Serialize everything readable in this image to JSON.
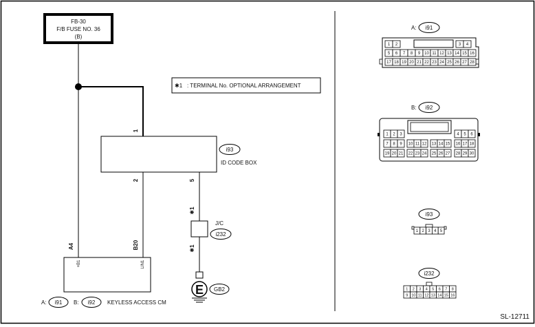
{
  "fuse": {
    "line1": "FB-30",
    "line2": "F/B FUSE NO. 36",
    "line3": "(B)"
  },
  "note": {
    "star": "✱1",
    "text": ": TERMINAL No. OPTIONAL ARRANGEMENT"
  },
  "id_code_box": {
    "connector": "i93",
    "label": "ID CODE BOX",
    "pin_top": "1",
    "pin_bottom_left": "2",
    "pin_bottom_right": "5"
  },
  "joint": {
    "label": "J/C",
    "connector": "i232",
    "star_top": "✱1",
    "star_bottom": "✱1"
  },
  "ground": {
    "symbol": "E",
    "connector": "GB2"
  },
  "keyless_cm": {
    "pin_a4": "A4",
    "pin_b20": "B20",
    "label_b1": "+B1",
    "label_lin1": "LIN1",
    "prefix_a": "A:",
    "conn_a": "i91",
    "prefix_b": "B:",
    "conn_b": "i92",
    "label": "KEYLESS ACCESS CM"
  },
  "connectors": {
    "a": {
      "prefix": "A:",
      "name": "i91",
      "row1_left": [
        "1",
        "2"
      ],
      "row1_right": [
        "3",
        "4"
      ],
      "row2": [
        [
          "5",
          "6",
          "7"
        ],
        [
          "8",
          "9",
          "10"
        ],
        [
          "11",
          "12",
          "13"
        ],
        [
          "14",
          "15",
          "16"
        ]
      ],
      "row3": [
        [
          "17",
          "18",
          "19"
        ],
        [
          "20",
          "21",
          "22"
        ],
        [
          "23",
          "24",
          "25"
        ],
        [
          "26",
          "27",
          "28"
        ]
      ]
    },
    "b": {
      "prefix": "B:",
      "name": "i92",
      "row1_left": [
        "1",
        "2",
        "3"
      ],
      "row1_right": [
        "4",
        "5",
        "6"
      ],
      "row2": [
        [
          "7",
          "8",
          "9"
        ],
        [
          "10",
          "11",
          "12"
        ],
        [
          "13",
          "14",
          "15"
        ],
        [
          "16",
          "17",
          "18"
        ]
      ],
      "row3": [
        [
          "19",
          "20",
          "21"
        ],
        [
          "22",
          "23",
          "24"
        ],
        [
          "25",
          "26",
          "27"
        ],
        [
          "28",
          "29",
          "30"
        ]
      ]
    },
    "c": {
      "name": "i93",
      "pins": [
        "1",
        "2",
        "3",
        "4",
        "5"
      ]
    },
    "d": {
      "name": "i232",
      "row1": [
        "1",
        "2",
        "3",
        "4",
        "5",
        "6",
        "7",
        "8"
      ],
      "row2": [
        "9",
        "10",
        "11",
        "12",
        "13",
        "14",
        "15",
        "16"
      ]
    }
  },
  "footer_code": "SL-12711"
}
